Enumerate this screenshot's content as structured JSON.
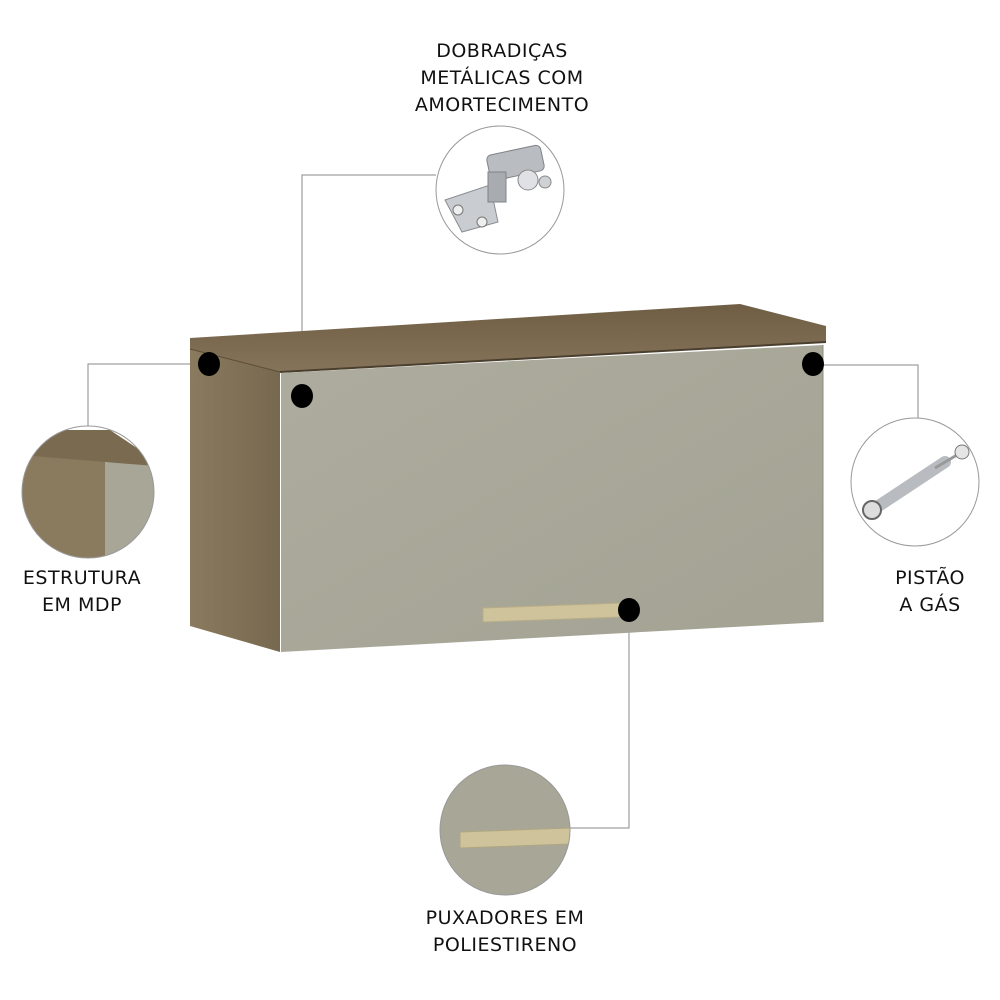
{
  "callouts": {
    "hinges": {
      "lines": [
        "DOBRADIÇAS",
        "METÁLICAS COM",
        "AMORTECIMENTO"
      ]
    },
    "structure": {
      "lines": [
        "ESTRUTURA",
        "EM MDP"
      ]
    },
    "piston": {
      "lines": [
        "PISTÃO",
        "A GÁS"
      ]
    },
    "handles": {
      "lines": [
        "PUXADORES EM",
        "POLIESTIRENO"
      ]
    }
  },
  "colors": {
    "wood": "#7a6a4f",
    "door": "#a7a697",
    "handle": "#cfc39c",
    "marker": "#000000",
    "leader_line": "#8a8a8a"
  }
}
